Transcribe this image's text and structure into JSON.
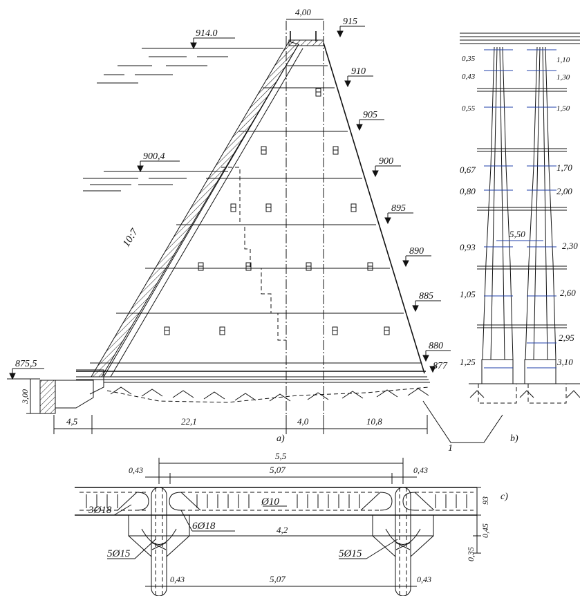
{
  "panel_a": {
    "levels": [
      "914.0",
      "915",
      "910",
      "905",
      "900",
      "900,4",
      "895",
      "890",
      "885",
      "880",
      "877",
      "875,5"
    ],
    "slope": "10:7",
    "top_width": "4,00",
    "height_dim": "3,00",
    "base_dims": [
      "4,5",
      "22,1",
      "4,0",
      "10,8"
    ],
    "callout": "1",
    "caption": "a)"
  },
  "panel_b": {
    "left_dims": [
      "0,35",
      "0,43",
      "0,55",
      "0,67",
      "0,80",
      "0,93",
      "1,05",
      "1,25"
    ],
    "right_dims": [
      "1,10",
      "1,30",
      "1,50",
      "1,70",
      "2,00",
      "2,30",
      "2,60",
      "2,95",
      "3,10"
    ],
    "spacing": "5,50",
    "caption": "b)"
  },
  "panel_c": {
    "top_span": "5,5",
    "mid_span": "5,07",
    "bottom_span": "5,07",
    "inner_span": "4,2",
    "edge_dim": "0,43",
    "bars": [
      "Ø10",
      "3Ø18",
      "6Ø18",
      "5Ø15"
    ],
    "vertical_dims": [
      "93",
      "0,45",
      "0,35"
    ],
    "caption": "c)"
  }
}
